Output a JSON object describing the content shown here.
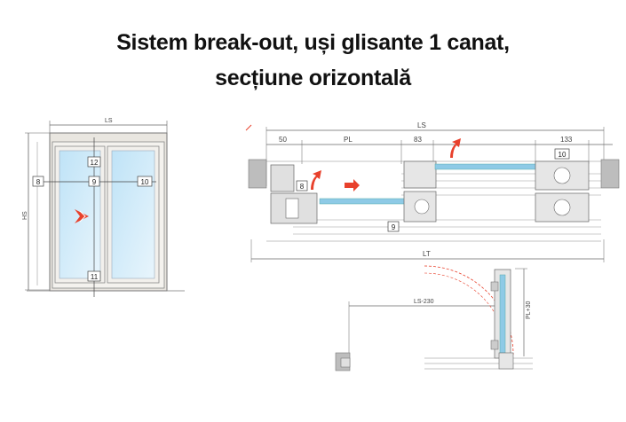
{
  "title": {
    "line1": "Sistem break-out, uși glisante 1 canat,",
    "line2": "secțiune orizontală"
  },
  "front_view": {
    "width_label": "LS",
    "height_label": "HS",
    "markers": [
      "12",
      "8",
      "9",
      "10",
      "11"
    ]
  },
  "section_view": {
    "dim_ls": "LS",
    "dim_50": "50",
    "dim_pl": "PL",
    "dim_83": "83",
    "dim_133": "133",
    "dim_lt": "LT",
    "markers": [
      "8",
      "9",
      "10"
    ]
  },
  "breakout_view": {
    "dim_ls_230": "LS-230",
    "dim_pl_30": "PL+30"
  },
  "colors": {
    "line": "#555555",
    "glass": "#8ecae6",
    "arrow": "#e8412c",
    "dash": "#e8412c"
  }
}
